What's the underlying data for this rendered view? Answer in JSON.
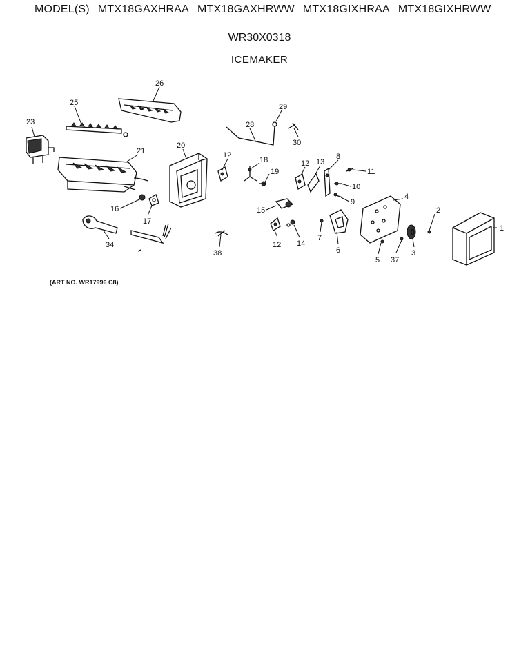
{
  "header": {
    "models_prefix": "MODEL(S)",
    "models": [
      "MTX18GAXHRAA",
      "MTX18GAXHRWW",
      "MTX18GIXHRAA",
      "MTX18GIXHRWW"
    ],
    "part_number": "WR30X0318",
    "title": "ICEMAKER"
  },
  "footer": {
    "art_number": "(ART NO. WR17996 C8)"
  },
  "callouts": [
    "1",
    "2",
    "3",
    "4",
    "5",
    "6",
    "7",
    "8",
    "9",
    "10",
    "11",
    "12",
    "12",
    "12",
    "13",
    "14",
    "15",
    "16",
    "17",
    "18",
    "19",
    "20",
    "21",
    "23",
    "25",
    "26",
    "28",
    "29",
    "30",
    "34",
    "37",
    "38"
  ]
}
